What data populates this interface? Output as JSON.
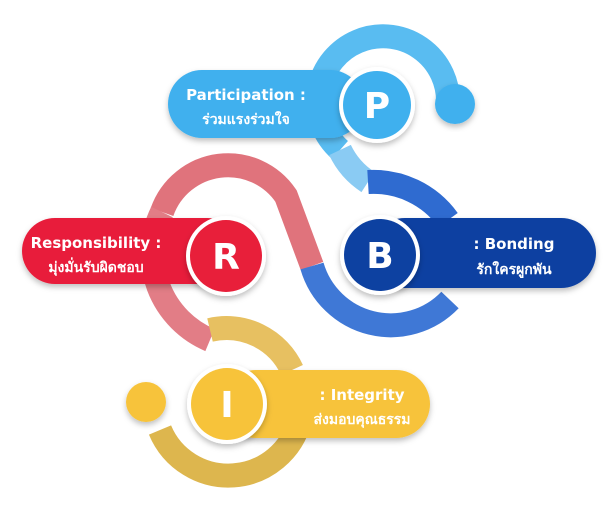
{
  "items": [
    {
      "letter": "P",
      "title": "Participation :",
      "subtitle": "ร่วมแรงร่วมใจ"
    },
    {
      "letter": "R",
      "title": "Responsibility :",
      "subtitle": "มุ่งมั่นรับผิดชอบ"
    },
    {
      "letter": "B",
      "title": ": Bonding",
      "subtitle": "รักใครผูกพัน"
    },
    {
      "letter": "I",
      "title": ": Integrity",
      "subtitle": "ส่งมอบคุณธรรม"
    }
  ],
  "colors": {
    "participation": "#3FB0EE",
    "participation_light": "#8CCBF3",
    "responsibility": "#E81F3A",
    "responsibility_light": "#E0737C",
    "bonding": "#0D41A1",
    "bonding_light": "#3F78D6",
    "integrity": "#F7C33A",
    "integrity_light": "#E7C061"
  }
}
